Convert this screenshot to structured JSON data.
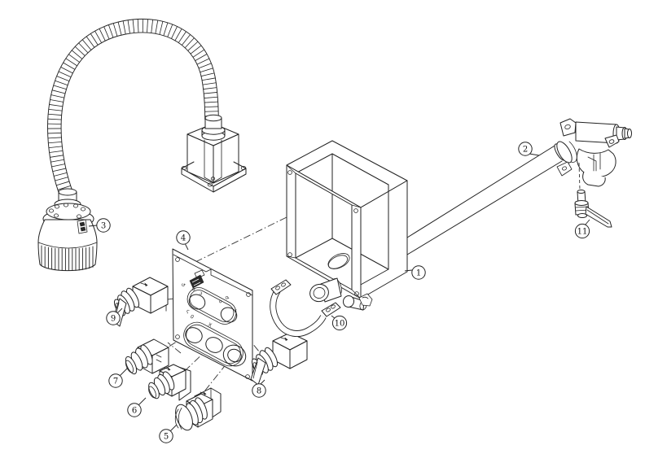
{
  "colors": {
    "background": "#ffffff",
    "line": "#222222"
  },
  "callouts": [
    {
      "num": "1"
    },
    {
      "num": "2"
    },
    {
      "num": "3"
    },
    {
      "num": "4"
    },
    {
      "num": "5"
    },
    {
      "num": "6"
    },
    {
      "num": "7"
    },
    {
      "num": "8"
    },
    {
      "num": "9"
    },
    {
      "num": "10"
    },
    {
      "num": "11"
    }
  ],
  "panel": {
    "legend": {
      "g1": "↺",
      "g2": "o",
      "g3": "ɔ",
      "g4": "o",
      "g5": "⟳",
      "g6": "I",
      "g7": "ς",
      "g8": "0",
      "g9": "X"
    }
  }
}
